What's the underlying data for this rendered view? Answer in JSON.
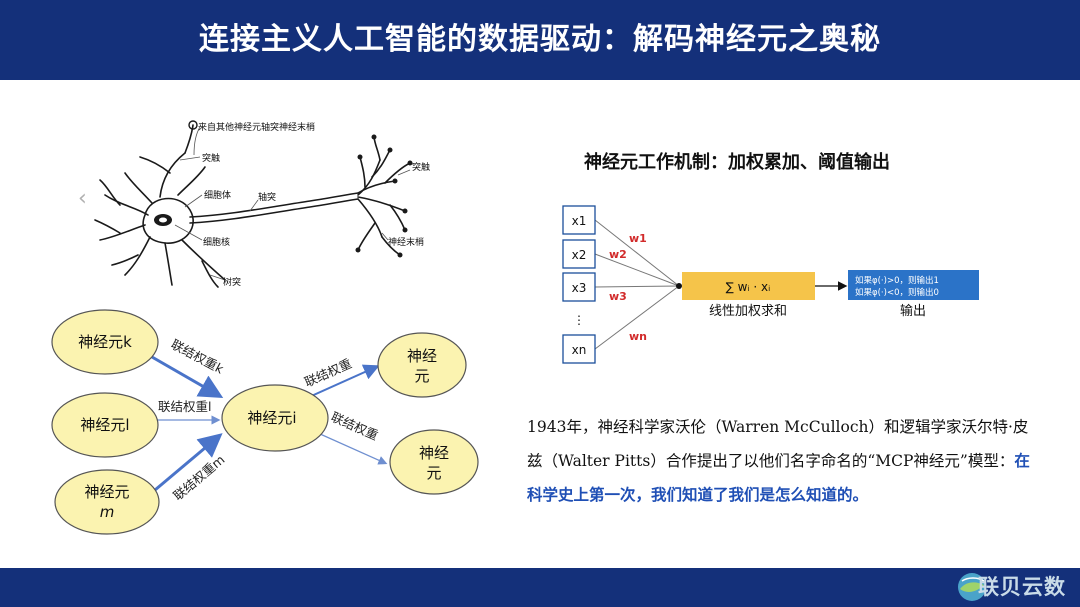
{
  "title": "连接主义人工智能的数据驱动：解码神经元之奥秘",
  "neuron_sketch": {
    "label_inputs": "来自其他神经元轴突神经末梢",
    "label_synapse_left": "突触",
    "label_soma": "细胞体",
    "label_axon": "轴突",
    "label_nucleus": "细胞核",
    "label_dendrite": "树突",
    "label_synapse_right": "突触",
    "label_terminal": "神经末梢"
  },
  "network": {
    "node_k": "神经元k",
    "node_l": "神经元l",
    "node_m_line1": "神经元",
    "node_m_line2": "m",
    "node_i": "神经元i",
    "node_out1_line1": "神经",
    "node_out1_line2": "元",
    "node_out2_line1": "神经",
    "node_out2_line2": "元",
    "weight_k": "联结权重k",
    "weight_l": "联结权重l",
    "weight_m": "联结权重m",
    "weight_out1": "联结权重",
    "weight_out2": "联结权重"
  },
  "mechanism": {
    "heading": "神经元工作机制：加权累加、阈值输出",
    "inputs": [
      "x1",
      "x2",
      "x3",
      "⋮",
      "xn"
    ],
    "weights": [
      "w1",
      "w2",
      "w3",
      "wn"
    ],
    "sum_formula": "∑ wᵢ · xᵢ",
    "sum_label": "线性加权求和",
    "output_rule_1": "如果φ(·)>0，则输出1",
    "output_rule_2": "如果φ(·)<0，则输出0",
    "output_label": "输出"
  },
  "paragraph": {
    "part1": "1943年，神经科学家沃伦（Warren McCulloch）和逻辑学家沃尔特·皮兹（Walter Pitts）合作提出了以他们名字命名的“MCP神经元”模型：",
    "highlight": "在科学史上第一次，我们知道了我们是怎么知道的。"
  },
  "logo": {
    "text": "联贝云数"
  },
  "colors": {
    "header": "#14307a",
    "node_fill": "#fbf3b0",
    "arrow_blue": "#4a74c9",
    "sum_box": "#f5c44a",
    "output_box": "#2b73c8",
    "weight_red": "#d22b2b",
    "highlight": "#1f4fb5"
  }
}
